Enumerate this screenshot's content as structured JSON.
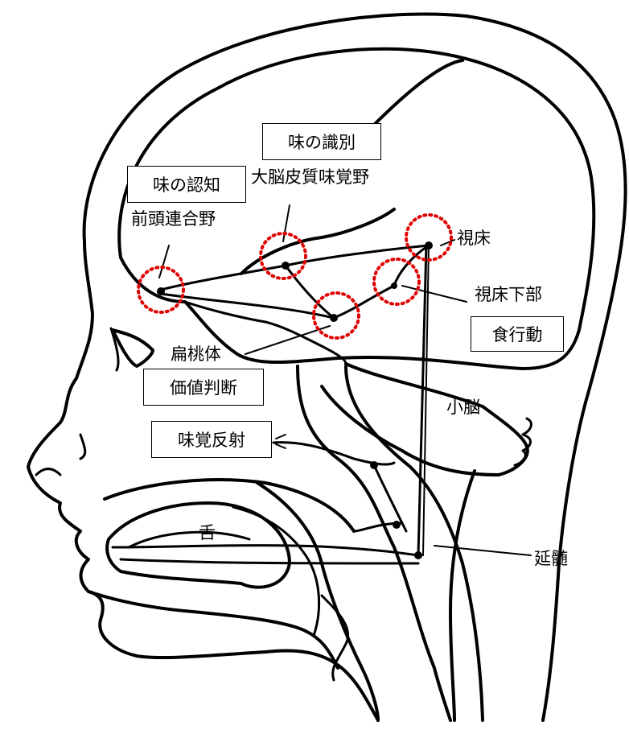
{
  "labels": {
    "taste_discrimination": "味の識別",
    "cerebral_taste_area": "大脳皮質味覚野",
    "taste_recognition": "味の認知",
    "prefrontal": "前頭連合野",
    "thalamus": "視床",
    "hypothalamus": "視床下部",
    "eating_behavior": "食行動",
    "amygdala": "扁桃体",
    "value_judgment": "価値判断",
    "cerebellum": "小脳",
    "taste_reflex": "味覚反射",
    "tongue": "舌",
    "medulla": "延髄"
  },
  "colors": {
    "line": "#000000",
    "highlight": "#e00000"
  }
}
